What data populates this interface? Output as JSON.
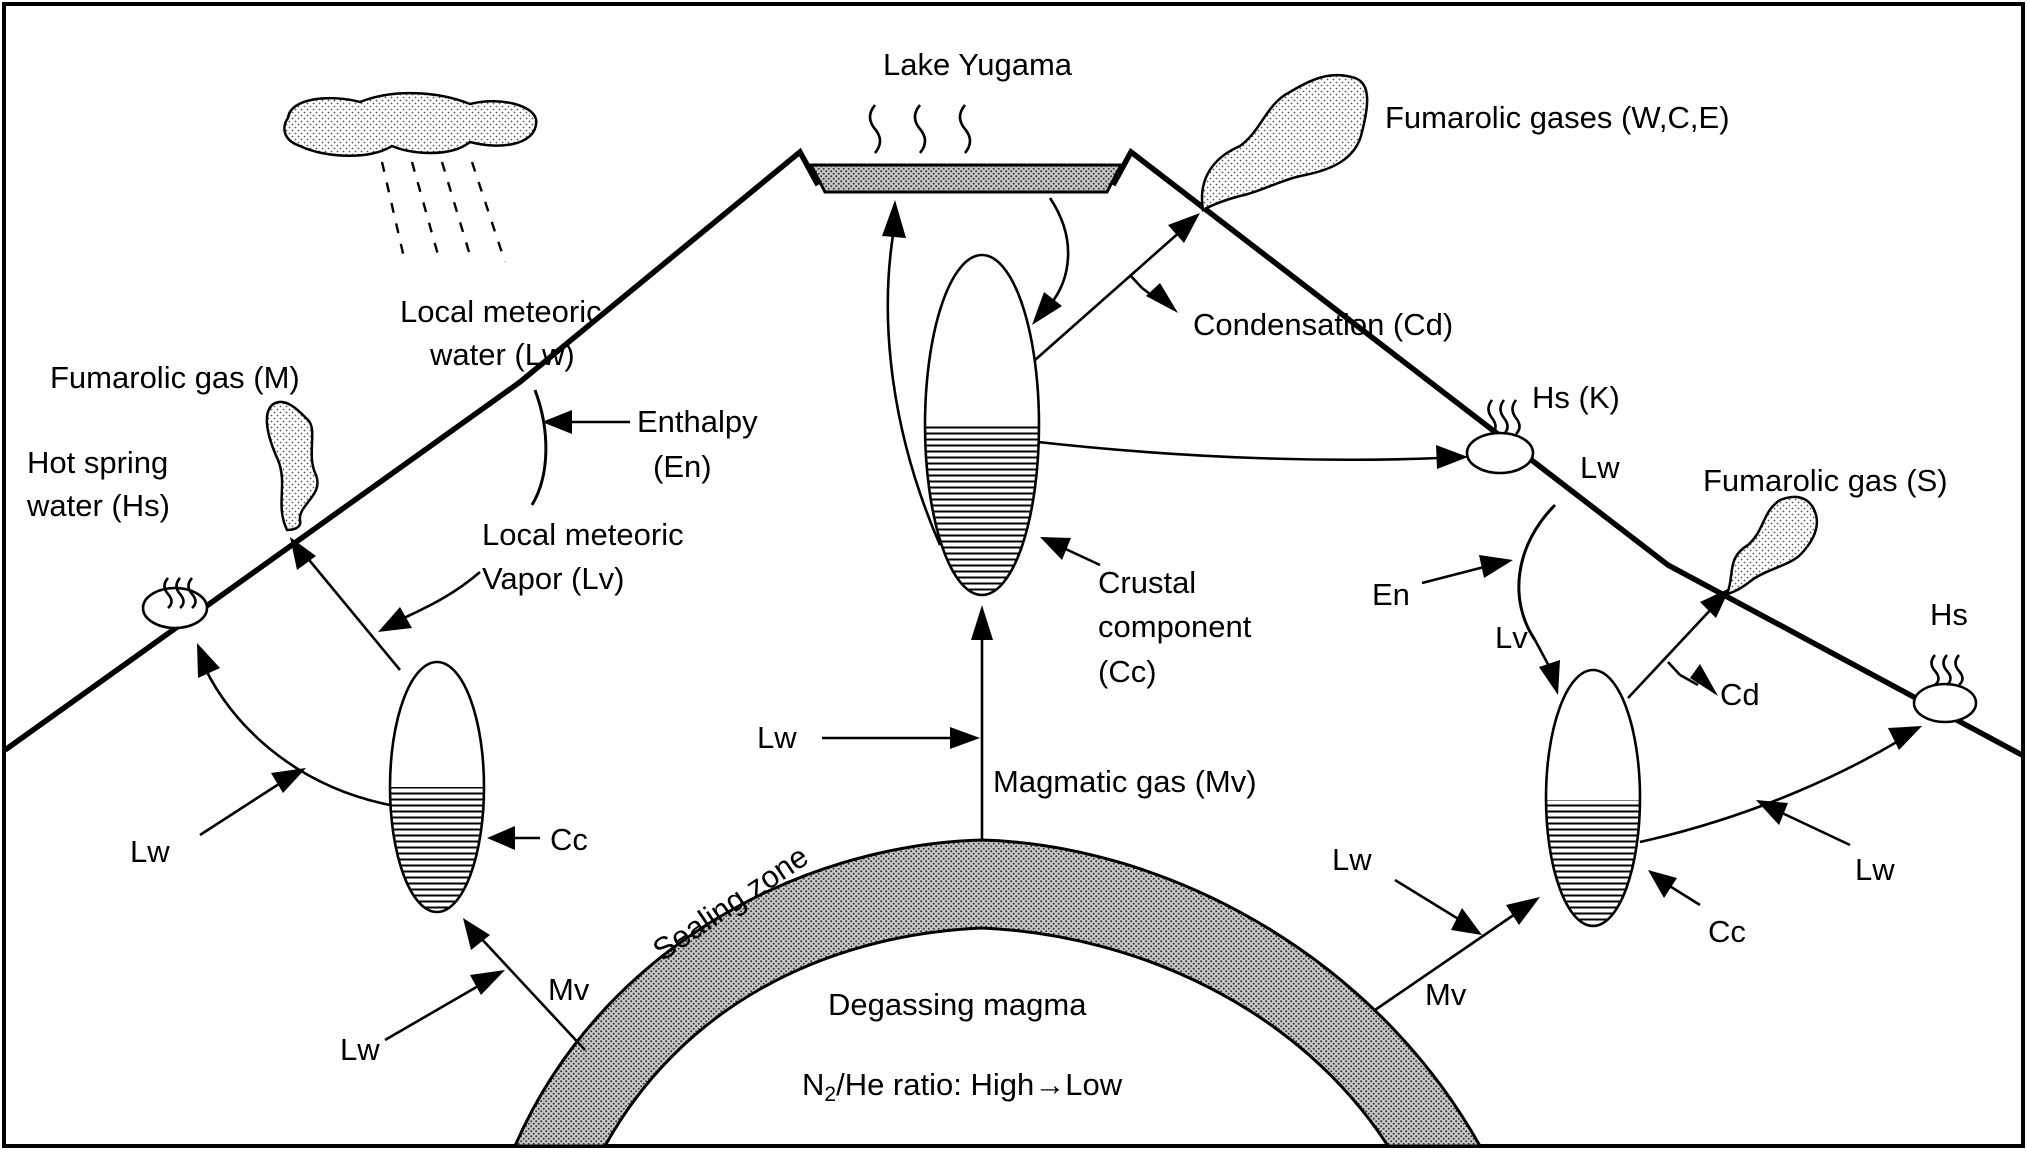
{
  "labels": {
    "lake_yugama": "Lake Yugama",
    "fumarolic_gases_wce": "Fumarolic gases (W,C,E)",
    "condensation": "Condensation (Cd)",
    "local_meteoric_water_1": "Local meteoric",
    "local_meteoric_water_2": "water (Lw)",
    "fumarolic_gas_m": "Fumarolic gas (M)",
    "enthalpy_1": "Enthalpy",
    "enthalpy_2": "(En)",
    "hot_spring_1": "Hot spring",
    "hot_spring_2": "water (Hs)",
    "local_vapor_1": "Local meteoric",
    "local_vapor_2": "Vapor (Lv)",
    "hs_k": "Hs (K)",
    "lw_right_top": "Lw",
    "fumarolic_gas_s": "Fumarolic gas (S)",
    "crustal_1": "Crustal",
    "crustal_2": "component",
    "crustal_3": "(Cc)",
    "en_right": "En",
    "lv_right": "Lv",
    "hs_right": "Hs",
    "cd_right": "Cd",
    "lw_center": "Lw",
    "magmatic_gas": "Magmatic gas (Mv)",
    "lw_left_mid": "Lw",
    "cc_left": "Cc",
    "lw_right_mid": "Lw",
    "lw_far_right": "Lw",
    "cc_right": "Cc",
    "sealing_zone": "Sealing zone",
    "mv_left": "Mv",
    "lw_left_bottom": "Lw",
    "degassing_magma": "Degassing magma",
    "mv_right": "Mv",
    "n2he_prefix": "N",
    "n2he_sub": "2",
    "n2he_rest": "/He ratio: High→Low"
  }
}
